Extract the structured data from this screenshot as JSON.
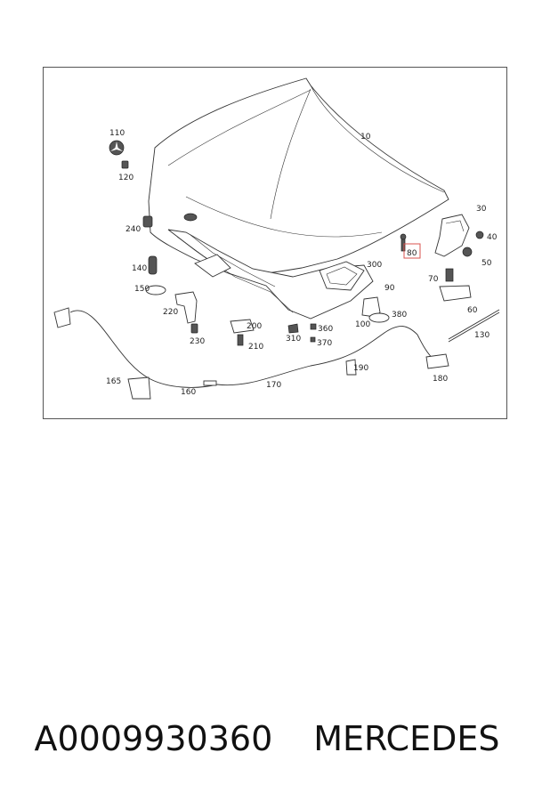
{
  "diagram": {
    "labels": {
      "l10": "10",
      "l30": "30",
      "l40": "40",
      "l50": "50",
      "l60": "60",
      "l70": "70",
      "l80": "80",
      "l90": "90",
      "l100": "100",
      "l110": "110",
      "l120": "120",
      "l130": "130",
      "l140": "140",
      "l150": "150",
      "l160": "160",
      "l165": "165",
      "l170": "170",
      "l180": "180",
      "l190": "190",
      "l200": "200",
      "l210": "210",
      "l220": "220",
      "l230": "230",
      "l240": "240",
      "l300": "300",
      "l310": "310",
      "l360": "360",
      "l370": "370",
      "l380": "380"
    },
    "highlight_color": "#d9534f"
  },
  "caption": {
    "part_number": "A0009930360",
    "brand": "MERCEDES"
  }
}
